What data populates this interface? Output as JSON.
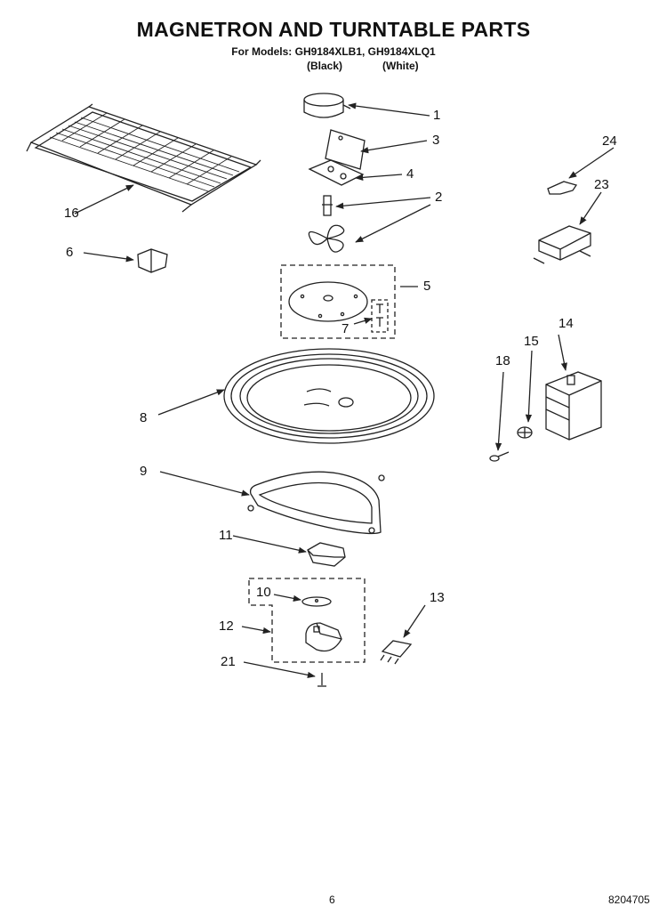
{
  "title": "MAGNETRON AND TURNTABLE PARTS",
  "models_line": "For Models: GH9184XLB1, GH9184XLQ1",
  "variants": [
    "(Black)",
    "(White)"
  ],
  "callouts": {
    "c1": "1",
    "c2": "2",
    "c3": "3",
    "c4": "4",
    "c5": "5",
    "c6": "6",
    "c7": "7",
    "c8": "8",
    "c9": "9",
    "c10": "10",
    "c11": "11",
    "c12": "12",
    "c13": "13",
    "c14": "14",
    "c15": "15",
    "c16": "16",
    "c18": "18",
    "c21": "21",
    "c23": "23",
    "c24": "24"
  },
  "footer": {
    "page_number": "6",
    "doc_number": "8204705"
  }
}
